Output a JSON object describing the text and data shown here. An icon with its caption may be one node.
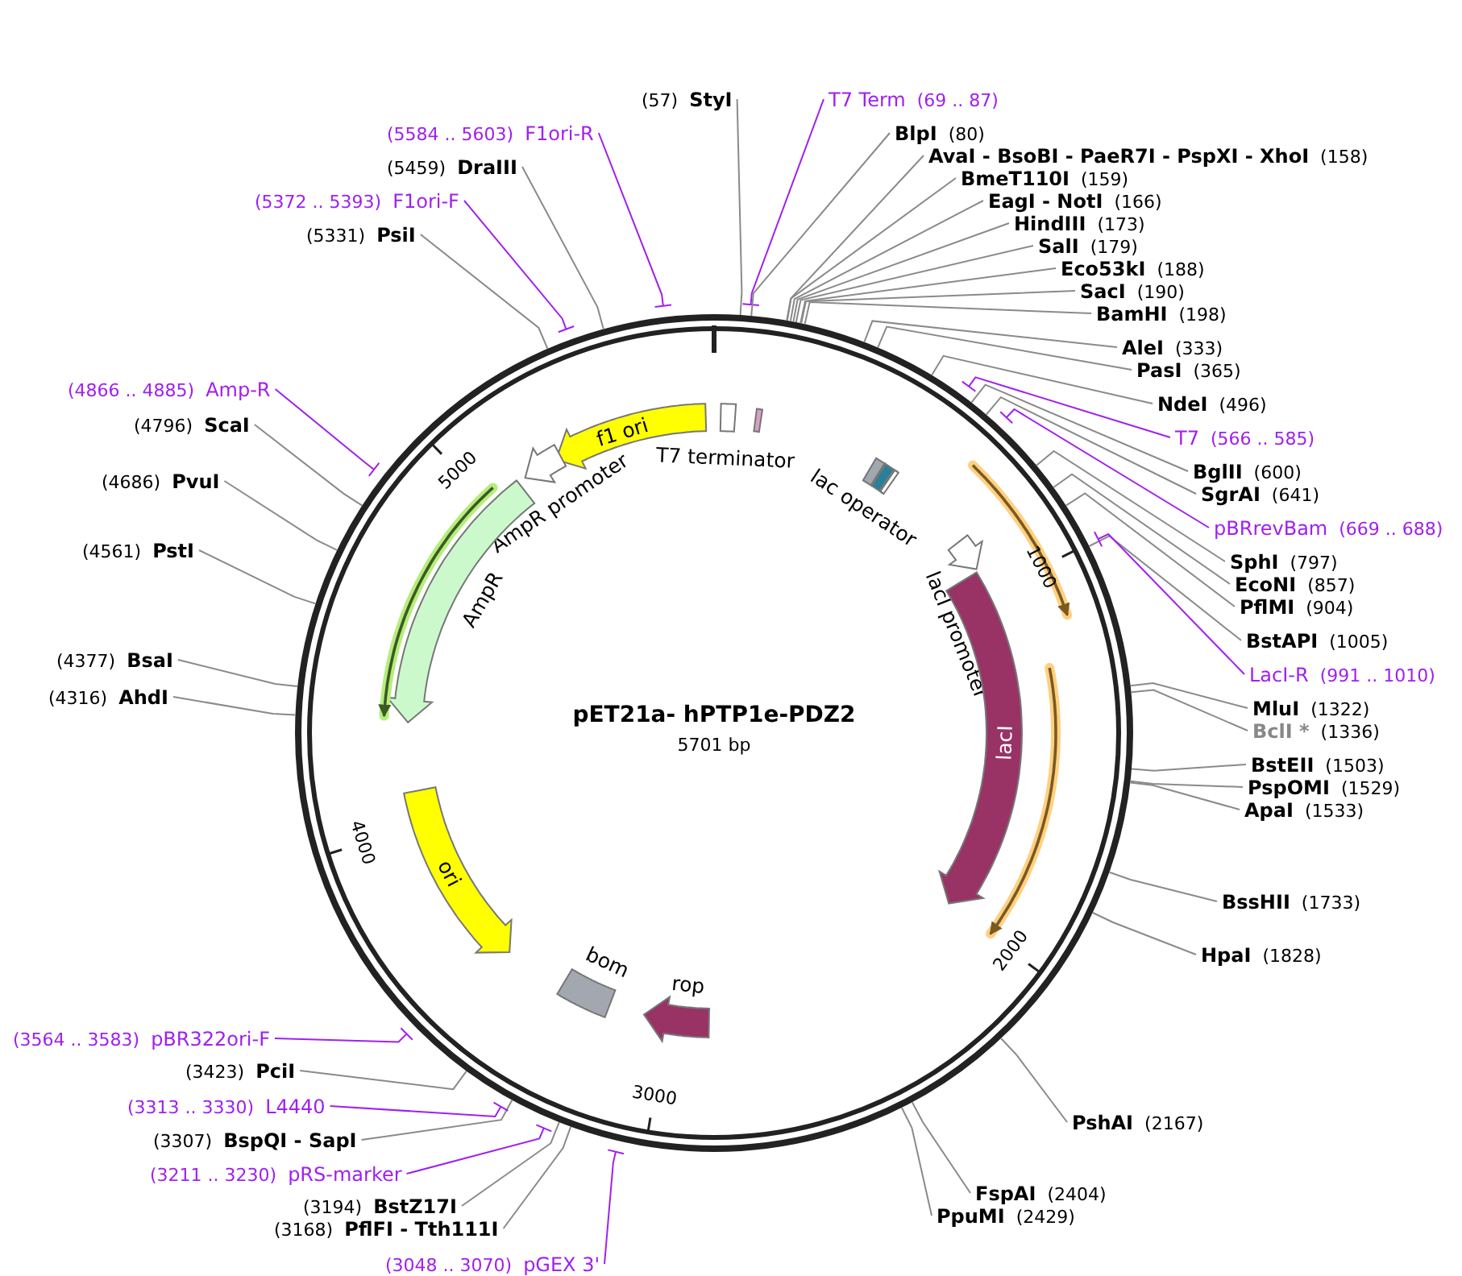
{
  "diagram": {
    "title": "pET21a- hPTP1e-PDZ2",
    "nodes": [
      {
        "text": [
          "(57)",
          "StyI"
        ]
      },
      {
        "text": [
          "T7 Term",
          "(69 .. 87)"
        ]
      },
      {
        "text": [
          "BlpI",
          "(80)"
        ]
      },
      {
        "text": [
          "AvaI - BsoBI - PaeR7I - PspXI - XhoI",
          "(158)"
        ]
      },
      {
        "text": [
          "BmeT110I",
          "(159)"
        ]
      },
      {
        "text": [
          "EagI - NotI",
          "(166)"
        ]
      },
      {
        "text": [
          "HindIII",
          "(173)"
        ]
      },
      {
        "text": [
          "SalI",
          "(179)"
        ]
      },
      {
        "text": [
          "Eco53kI",
          "(188)"
        ]
      },
      {
        "text": [
          "SacI",
          "(190)"
        ]
      },
      {
        "text": [
          "BamHI",
          "(198)"
        ]
      },
      {
        "text": [
          "AleI",
          "(333)"
        ]
      },
      {
        "text": [
          "PasI",
          "(365)"
        ]
      },
      {
        "text": [
          "NdeI",
          "(496)"
        ]
      },
      {
        "text": [
          "T7",
          "(566 .. 585)"
        ]
      },
      {
        "text": [
          "BglII",
          "(600)"
        ]
      },
      {
        "text": [
          "SgrAI",
          "(641)"
        ]
      },
      {
        "text": [
          "pBRrevBam",
          "(669 .. 688)"
        ]
      },
      {
        "text": [
          "SphI",
          "(797)"
        ]
      },
      {
        "text": [
          "EcoNI",
          "(857)"
        ]
      },
      {
        "text": [
          "PflMI",
          "(904)"
        ]
      },
      {
        "text": [
          "BstAPI",
          "(1005)"
        ]
      },
      {
        "text": [
          "LacI-R",
          "(991 .. 1010)"
        ]
      },
      {
        "text": [
          "MluI",
          "(1322)"
        ]
      },
      {
        "text": [
          "BclI *",
          "(1336)"
        ]
      },
      {
        "text": [
          "BstEII",
          "(1503)"
        ]
      },
      {
        "text": [
          "PspOMI",
          "(1529)"
        ]
      },
      {
        "text": [
          "ApaI",
          "(1533)"
        ]
      },
      {
        "text": [
          "BssHII",
          "(1733)"
        ]
      },
      {
        "text": [
          "HpaI",
          "(1828)"
        ]
      },
      {
        "text": [
          "PshAI",
          "(2167)"
        ]
      },
      {
        "text": [
          "FspAI",
          "(2404)"
        ]
      },
      {
        "text": [
          "PpuMI",
          "(2429)"
        ]
      },
      {
        "text": [
          "(3048 .. 3070)",
          "pGEX 3'"
        ]
      },
      {
        "text": [
          "(3168)",
          "PflFI - Tth111I"
        ]
      },
      {
        "text": [
          "(3194)",
          "BstZ17I"
        ]
      },
      {
        "text": [
          "(3211 .. 3230)",
          "pRS-marker"
        ]
      },
      {
        "text": [
          "(3307)",
          "BspQI - SapI"
        ]
      },
      {
        "text": [
          "(3313 .. 3330)",
          "L4440"
        ]
      },
      {
        "text": [
          "(3423)",
          "PciI"
        ]
      },
      {
        "text": [
          "(3564 .. 3583)",
          "pBR322ori-F"
        ]
      },
      {
        "text": [
          "(4316)",
          "AhdI"
        ]
      },
      {
        "text": [
          "(4377)",
          "BsaI"
        ]
      },
      {
        "text": [
          "(4561)",
          "PstI"
        ]
      },
      {
        "text": [
          "(4686)",
          "PvuI"
        ]
      },
      {
        "text": [
          "(4796)",
          "ScaI"
        ]
      },
      {
        "text": [
          "(4866 .. 4885)",
          "Amp-R"
        ]
      },
      {
        "text": [
          "(5331)",
          "PsiI"
        ]
      },
      {
        "text": [
          "(5372 .. 5393)",
          "F1ori-F"
        ]
      },
      {
        "text": [
          "(5459)",
          "DraIII"
        ]
      },
      {
        "text": [
          "(5584 .. 5603)",
          "F1ori-R"
        ]
      },
      {
        "text": [
          "f1 ori"
        ]
      },
      {
        "text": [
          "T7 terminator"
        ]
      },
      {
        "text": [
          "lac operator"
        ]
      },
      {
        "text": [
          "AmpR promoter"
        ]
      },
      {
        "text": [
          "AmpR"
        ]
      },
      {
        "text": [
          "lacI promoter"
        ]
      },
      {
        "text": [
          "lacI"
        ]
      },
      {
        "text": [
          "ori"
        ]
      },
      {
        "text": [
          "bom"
        ]
      },
      {
        "text": [
          "rop"
        ]
      }
    ],
    "edges": [
      {
        "from": 0,
        "to": null,
        "arrow": "none"
      },
      {
        "from": 1,
        "to": null,
        "arrow": "none",
        "color": "#a020f0"
      },
      {
        "from": 2,
        "to": null,
        "arrow": "none"
      },
      {
        "from": 3,
        "to": null,
        "arrow": "none"
      },
      {
        "from": 4,
        "to": null,
        "arrow": "none"
      },
      {
        "from": 5,
        "to": null,
        "arrow": "none"
      },
      {
        "from": 6,
        "to": null,
        "arrow": "none"
      },
      {
        "from": 7,
        "to": null,
        "arrow": "none"
      },
      {
        "from": 8,
        "to": null,
        "arrow": "none"
      },
      {
        "from": 9,
        "to": null,
        "arrow": "none"
      },
      {
        "from": 10,
        "to": null,
        "arrow": "none"
      },
      {
        "from": 11,
        "to": null,
        "arrow": "none"
      },
      {
        "from": 12,
        "to": null,
        "arrow": "none"
      },
      {
        "from": 13,
        "to": null,
        "arrow": "none"
      },
      {
        "from": 14,
        "to": null,
        "arrow": "none",
        "color": "#a020f0"
      },
      {
        "from": 15,
        "to": null,
        "arrow": "none"
      },
      {
        "from": 16,
        "to": null,
        "arrow": "none"
      },
      {
        "from": 17,
        "to": null,
        "arrow": "none",
        "color": "#a020f0"
      },
      {
        "from": 18,
        "to": null,
        "arrow": "none"
      },
      {
        "from": 19,
        "to": null,
        "arrow": "none"
      },
      {
        "from": 20,
        "to": null,
        "arrow": "none"
      },
      {
        "from": 21,
        "to": null,
        "arrow": "none"
      },
      {
        "from": 22,
        "to": null,
        "arrow": "none",
        "color": "#a020f0"
      },
      {
        "from": 23,
        "to": null,
        "arrow": "none"
      },
      {
        "from": 24,
        "to": null,
        "arrow": "none"
      },
      {
        "from": 25,
        "to": null,
        "arrow": "none"
      },
      {
        "from": 26,
        "to": null,
        "arrow": "none"
      },
      {
        "from": 27,
        "to": null,
        "arrow": "none"
      },
      {
        "from": 28,
        "to": null,
        "arrow": "none"
      },
      {
        "from": 29,
        "to": null,
        "arrow": "none"
      },
      {
        "from": 30,
        "to": null,
        "arrow": "none"
      },
      {
        "from": 31,
        "to": null,
        "arrow": "none"
      },
      {
        "from": 32,
        "to": null,
        "arrow": "none"
      },
      {
        "from": 33,
        "to": null,
        "arrow": "none",
        "color": "#a020f0"
      },
      {
        "from": 34,
        "to": null,
        "arrow": "none"
      },
      {
        "from": 35,
        "to": null,
        "arrow": "none"
      },
      {
        "from": 36,
        "to": null,
        "arrow": "none",
        "color": "#a020f0"
      },
      {
        "from": 37,
        "to": null,
        "arrow": "none"
      },
      {
        "from": 38,
        "to": null,
        "arrow": "none",
        "color": "#a020f0"
      },
      {
        "from": 39,
        "to": null,
        "arrow": "none"
      },
      {
        "from": 40,
        "to": null,
        "arrow": "none",
        "color": "#a020f0"
      },
      {
        "from": 41,
        "to": null,
        "arrow": "none"
      },
      {
        "from": 42,
        "to": null,
        "arrow": "none"
      },
      {
        "from": 43,
        "to": null,
        "arrow": "none"
      },
      {
        "from": 44,
        "to": null,
        "arrow": "none"
      },
      {
        "from": 45,
        "to": null,
        "arrow": "none"
      },
      {
        "from": 46,
        "to": null,
        "arrow": "none",
        "color": "#a020f0"
      },
      {
        "from": 47,
        "to": null,
        "arrow": "none"
      },
      {
        "from": 48,
        "to": null,
        "arrow": "none",
        "color": "#a020f0"
      },
      {
        "from": 49,
        "to": null,
        "arrow": "none"
      },
      {
        "from": 50,
        "to": null,
        "arrow": "none",
        "color": "#a020f0"
      }
    ],
    "labels": [
      "1000",
      "2000",
      "3000",
      "4000",
      "5000",
      "5701 bp"
    ]
  }
}
